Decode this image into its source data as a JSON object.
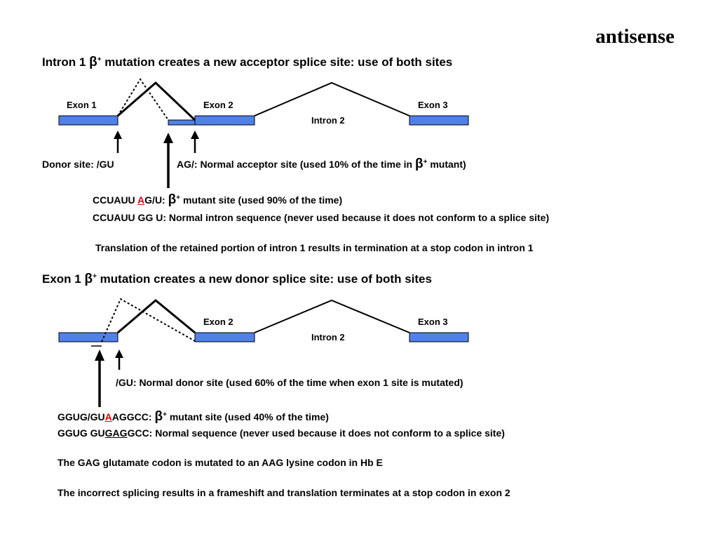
{
  "corner_title": "antisense",
  "section1": {
    "heading_pre": "Intron 1",
    "beta": "β",
    "plus": "+",
    "heading_post": "mutation creates a new acceptor splice site: use of both sites",
    "exon1": "Exon 1",
    "exon2": "Exon 2",
    "exon3": "Exon 3",
    "intron2": "Intron 2",
    "donor_site": "Donor site: /GU",
    "acceptor_pre": "AG/: Normal acceptor site (used 10% of the time in",
    "acceptor_post": "mutant)",
    "seq1_a": "CCUAUU ",
    "seq1_mut": "A",
    "seq1_b": "G/U:",
    "seq1_post": "mutant site (used 90% of the time)",
    "seq2": "CCUAUU GG U: Normal intron sequence (never used because it does not conform to a splice site)",
    "translation": "Translation of the retained portion of intron 1 results in termination at a stop codon in intron 1"
  },
  "section2": {
    "heading_pre": "Exon 1",
    "beta": "β",
    "plus": "+",
    "heading_post": "mutation creates a new donor splice site: use of both sites",
    "exon2": "Exon 2",
    "exon3": "Exon 3",
    "intron2": "Intron 2",
    "donor_normal": "/GU: Normal donor site (used 60% of the time when exon 1 site is mutated)",
    "seq1_a": "GGUG/GU",
    "seq1_mut": "A",
    "seq1_b": "AGGCC:",
    "seq1_post": "mutant site (used 40% of the time)",
    "seq2_a": "GGUG GU",
    "seq2_ul": "GAG",
    "seq2_b": "GCC: Normal sequence (never used because it does not conform to a splice site)",
    "note1": "The GAG glutamate codon is mutated to an AAG lysine codon in Hb E",
    "note2": "The incorrect splicing results in a frameshift and translation terminates at a stop codon in exon 2"
  },
  "colors": {
    "exon_fill": "#4f81e8",
    "mutation_red": "#e8000a"
  }
}
